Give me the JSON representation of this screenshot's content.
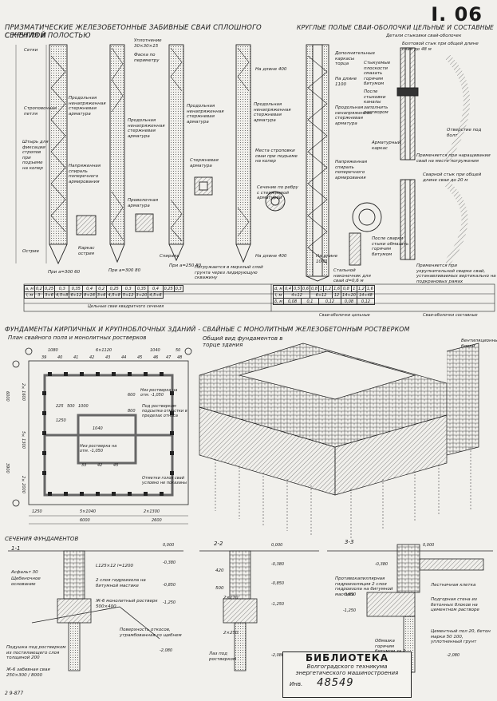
{
  "sheet_number": "I. 06",
  "headings": {
    "piles_prismatic": "ПРИЗМАТИЧЕСКИЕ ЖЕЛЕЗОБЕТОННЫЕ ЗАБИВНЫЕ СВАИ СПЛОШНОГО СЕЧЕНИЯ И",
    "piles_prismatic_2": "С КРУГЛОЙ ПОЛОСТЬЮ",
    "piles_round": "КРУГЛЫЕ ПОЛЫЕ СВАИ-ОБОЛОЧКИ ЦЕЛЬНЫЕ И СОСТАВНЫЕ",
    "foundations": "ФУНДАМЕНТЫ КИРПИЧНЫХ И КРУПНОБЛОЧНЫХ ЗДАНИЙ - СВАЙНЫЕ С МОНОЛИТНЫМ ЖЕЛЕЗОБЕТОННЫМ РОСТВЕРКОМ",
    "plan": "План свайного поля и монолитных ростверков",
    "general_view": "Общий вид фундаментов в торце здания",
    "sections": "СЕЧЕНИЯ ФУНДАМЕНТОВ"
  },
  "pile_labels": {
    "setki": "Сетки",
    "strop_petlya": "Строповочная петля",
    "shtyr": "Штырь для фиксации стропов при подъеме на копер",
    "napr_spiral": "Напряженная спираль поперечного армирования",
    "prod_arm": "Продольная ненапряженная стержневая арматура",
    "ostrie": "Острие",
    "karkas": "Каркас острия",
    "uplotnenie": "Уплотнение 30×30×15",
    "faska": "Фаска по периметру",
    "spiral": "Спираль",
    "sterzh_arm": "Стержневая арматура",
    "provoloch": "Проволочная арматура",
    "na_dline_400": "На длине 400",
    "mesta_stropovki": "Места строповки сваи при подъеме на копер",
    "sechenie_kolcevoe": "Сечение по ребру с стержневой арматурой",
    "pogruzhaetsya": "Погружается в мерзлый слой грунта через лидирующую скважину",
    "pri_a300_60": "При a=300 60",
    "pri_a250_80": "При a=250 80",
    "pri_a300_80": "При a=300 80",
    "dop_karkasy": "Дополнительные каркасы торца",
    "na_dline_1100": "На длине 1100",
    "styk_plosk": "Стыкуемые плоскости смазать горячим битумом",
    "posle_styk": "После стыковки каналы заполнить раствором",
    "armaturnyi_karkas": "Арматурный каркас",
    "detal_styk": "Детали стыковки свай-оболочек",
    "boltovoi": "Болтовой стык при общей длине сваи до 48 м",
    "otverstie": "Отверстие под болт",
    "primenyaetsya": "Применяется при наращивании свай на месте погружения",
    "svarnoi": "Сварной стык при общей длине сваи до 20 м",
    "stalnoi": "Стальной наконечник для свай d=0,6 м",
    "na_dline_1000": "На длине 1000",
    "posle_svarki": "После сварки стыки обмазать горячим битумом",
    "ukr_vniz": "Применяется при укрупнительной сварке свай, устанавливаемых вертикально на подкрановых рамах",
    "cel_kvadr": "Цельные сваи квадратного сечения",
    "cel_obol": "Сваи-оболочки цельные",
    "sostavnye": "Сваи-оболочки составные"
  },
  "pile_table": {
    "a_row": [
      "a, м",
      "0,2",
      "0,25",
      "0,3",
      "0,35",
      "0,4",
      "0,2",
      "0,25",
      "0,3",
      "0,35",
      "0,4",
      "0,25",
      "0,3"
    ],
    "l_row": [
      "l, м",
      "3",
      "3÷6",
      "4,5÷8",
      "6÷12",
      "8÷16",
      "3÷6",
      "4,5÷8",
      "5÷12",
      "3÷20",
      "4,5÷6",
      "3÷12"
    ],
    "d_row": [
      "d, м",
      "0,4",
      "0,5",
      "0,6",
      "0,8",
      "1",
      "1,2",
      "1,6",
      "0,8",
      "1",
      "1,2",
      "1,6"
    ],
    "l2_row": [
      "l, м",
      "4÷12",
      "6÷12",
      "12",
      "14÷20",
      "14÷48"
    ],
    "delta_row": [
      "δ, м",
      "0,08",
      "0,1",
      "0,12",
      "0,08",
      "0,12"
    ]
  },
  "plan": {
    "dims_top": [
      "1080",
      "6×1120",
      "1040",
      "50"
    ],
    "axes_top": [
      "39",
      "40",
      "41",
      "42",
      "43",
      "44",
      "45",
      "46",
      "47",
      "48"
    ],
    "dims_bottom": [
      "1250",
      "5×1040",
      "2×1300"
    ],
    "dims_bottom2": [
      "6000",
      "2600"
    ],
    "left_dims": [
      "6000",
      "3900",
      "2×1600",
      "5×1300",
      "2×2000"
    ],
    "notes": {
      "niz_rostverka": "Низ ростверка на отм. -1,050",
      "pod_rostverkom": "Под ростверком подсыпка отмостки в пределах относа",
      "niz_rostv_2": "Низ ростверка на отм. -1,050",
      "otmetki": "Отметки голов свай условно не показаны",
      "dims_inner": [
        "225",
        "500",
        "1000",
        "1040",
        "1250"
      ],
      "num_600": "600",
      "num_800": "800",
      "pile_nums": [
        "33",
        "42",
        "45"
      ]
    }
  },
  "sections": {
    "s1": "1-1",
    "s2": "2-2",
    "s3": "3-3",
    "asfalt": "Асфальт 30",
    "shchebenochnoe": "Щебеночное основание",
    "gidroizol": "2 слоя гидроизола на битумной мастике",
    "zh6": "Ж-6 монолитный ростверк 500×400",
    "poverkhnost": "Поверхность откосов, утрамбованная со щебнем",
    "podushka": "Подушка под ростверком из постилающего слоя толщиной 200",
    "zh6_zab": "Ж-6 забивная свая 250×300 / 8000",
    "laz": "Лаз под ростверком",
    "protivokapill": "Противокапиллярная гидроизоляция 2 слоя гидроизола на битумной мастике",
    "lestnichn": "Лестничная клетка",
    "podgornaya": "Подгорная стена из бетонных блоков на цементном растворе",
    "cementnyi": "Цементный пол 20, бетон марки 50 100, уплотненный грунт",
    "obmazka": "Обмазка горячим битумом за 2 раза",
    "ventil": "Вентиляционные блоки",
    "levels": [
      "0,000",
      "-0,380",
      "-0,850",
      "-1,250",
      "-2,080",
      "0,000",
      "-0,380",
      "-0,850",
      "-1,250",
      "-2,080",
      "0,000",
      "-0,380",
      "-0,850",
      "-1,250",
      "-2,080"
    ],
    "sizes": [
      "L125×12 l=1200",
      "2×170",
      "2×250",
      "420",
      "500"
    ]
  },
  "stamp": {
    "library": "БИБЛИОТЕКА",
    "line1": "Волгоградского техникума",
    "line2": "энергетического машиностроения",
    "inv_label": "Инв.",
    "inv_number": "48549"
  },
  "footer_code": "2 9-877",
  "colors": {
    "paper": "#f1f0ec",
    "ink": "#1a1a1a",
    "hatch": "#555555"
  }
}
